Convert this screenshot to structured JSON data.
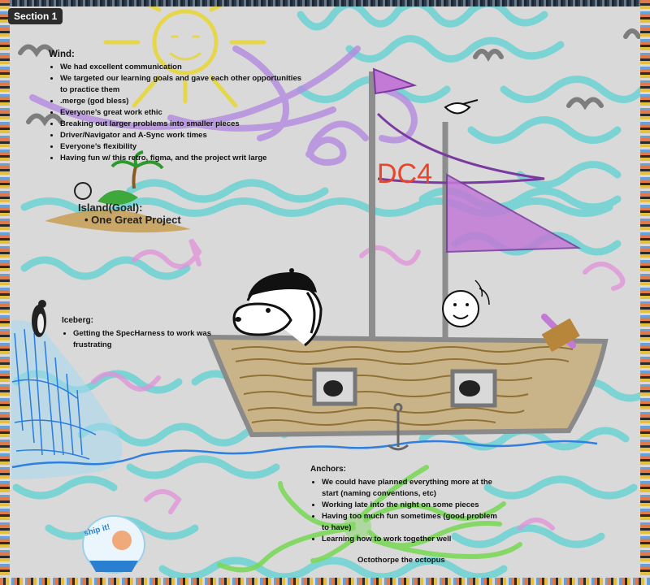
{
  "section": {
    "label": "Section 1"
  },
  "wind": {
    "title": "Wind:",
    "items": [
      "We had excellent communication",
      "We targeted our learning goals and gave each other opportunities to practice them",
      ".merge (god bless)",
      "Everyone’s great work ethic",
      "Breaking out larger problems into smaller pieces",
      "Driver/Navigator and A-Sync work times",
      "Everyone’s flexibility",
      "Having fun w/ this retro, figma, and the project writ large"
    ]
  },
  "island": {
    "title": "Island(Goal):",
    "items": [
      "One Great Project"
    ]
  },
  "iceberg": {
    "title": "Iceberg:",
    "items": [
      "Getting the SpecHarness to work was frustrating"
    ]
  },
  "anchors": {
    "title": "Anchors:",
    "items": [
      "We could have planned everything more at the start (naming conventions, etc)",
      "Working late into the night on some pieces",
      "Having too much fun sometimes (good problem to have)",
      "Learning how to work together well"
    ]
  },
  "octopus": {
    "caption": "Octothorpe the octopus"
  },
  "ship": {
    "sail_label": "DC4"
  },
  "sticker": {
    "text": "ship it!"
  },
  "colors": {
    "background": "#d9d9d9",
    "wave_teal": "#5cd2d2",
    "wave_purple": "#b48ae0",
    "sun": "#e6d64a",
    "hull": "#8a6a2a",
    "sail": "#c27ad6",
    "sea_line": "#2f7fe0",
    "octopus": "#7cd85a",
    "sail_text": "#e8462a"
  }
}
